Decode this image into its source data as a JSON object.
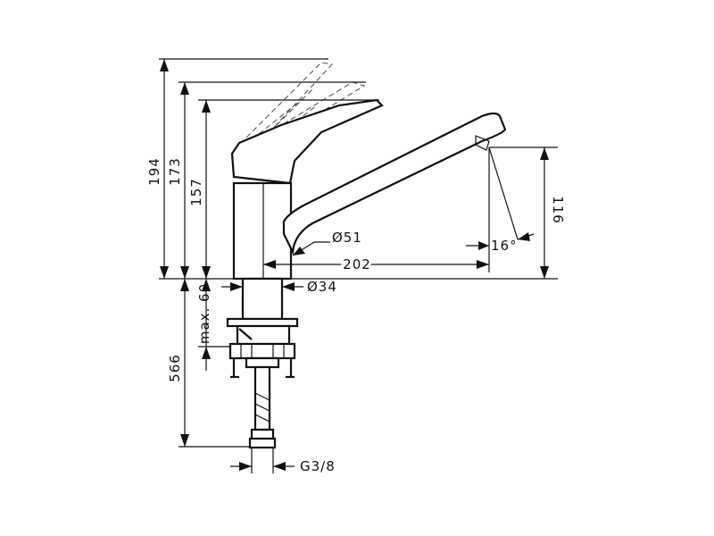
{
  "diagram": {
    "dimensions": {
      "height_total": "194",
      "height_lever": "173",
      "height_body": "157",
      "spout_height": "116",
      "spout_diameter": "Ø51",
      "spout_reach": "202",
      "spout_angle": "16°",
      "base_diameter": "Ø34",
      "max_thickness": "max. 60",
      "hose_length": "566",
      "connection_thread": "G3/8"
    }
  }
}
